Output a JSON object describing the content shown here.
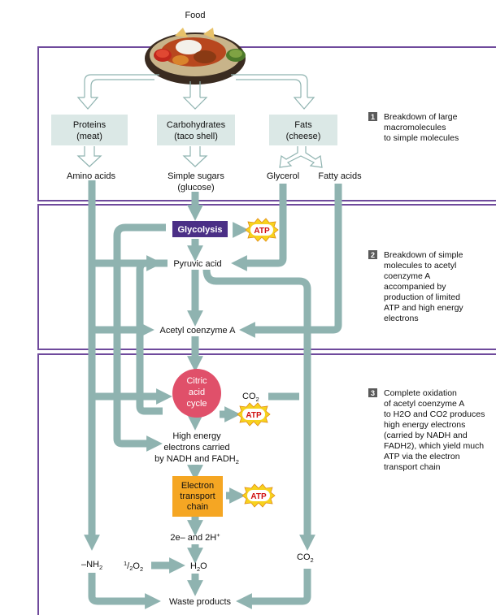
{
  "food": {
    "title": "Food"
  },
  "macros": {
    "proteins": [
      "Proteins",
      "(meat)"
    ],
    "carbohydrates": [
      "Carbohydrates",
      "(taco shell)"
    ],
    "fats": [
      "Fats",
      "(cheese)"
    ]
  },
  "simple": {
    "amino": "Amino acids",
    "sugars": [
      "Simple sugars",
      "(glucose)"
    ],
    "glycerol": "Glycerol",
    "fatty": "Fatty acids"
  },
  "pathway": {
    "glycolysis": "Glycolysis",
    "atp": "ATP",
    "pyruvic": "Pyruvic acid",
    "acetyl": "Acetyl coenzyme A",
    "citric": [
      "Citric",
      "acid",
      "cycle"
    ],
    "co2": "CO",
    "co2_sub": "2",
    "high_energy": [
      "High energy",
      "electrons carried"
    ],
    "nadh_prefix": "by NADH and FADH",
    "nadh_sub": "2",
    "etc": [
      "Electron",
      "transport",
      "chain"
    ],
    "electrons": "2e– and 2H",
    "electrons_sup": "+",
    "nh2": "–NH",
    "nh2_sub": "2",
    "half_o2_num": "1",
    "half_o2_den": "2",
    "half_o2_main": "O",
    "half_o2_sub": "2",
    "h2o_main": "H",
    "h2o_sub": "2",
    "h2o_end": "O",
    "co2_bottom": "CO",
    "co2_bottom_sub": "2",
    "waste": "Waste products"
  },
  "steps": [
    {
      "num": "1",
      "lines": [
        "Breakdown of large",
        "macromolecules",
        "to simple molecules"
      ]
    },
    {
      "num": "2",
      "lines": [
        "Breakdown of simple",
        "molecules to acetyl",
        "coenzyme A",
        "accompanied by",
        "production of limited",
        "ATP and high energy",
        "electrons"
      ]
    },
    {
      "num": "3",
      "lines": [
        "Complete oxidation",
        "of acetyl coenzyme A",
        "to H2O and CO2 produces",
        "high energy electrons",
        "(carried by NADH and",
        "FADH2), which yield much",
        "ATP via the electron",
        "transport chain"
      ]
    }
  ],
  "colors": {
    "frame": "#6f4a9c",
    "arrow": "#8fb3b0",
    "box": "#dbe8e6",
    "glycolysis": "#4b2f86",
    "citric": "#e0506a",
    "etc": "#f5a623",
    "atp_burst": "#f7d21e",
    "atp_text": "#d01010",
    "step_badge": "#5a5a5a"
  }
}
